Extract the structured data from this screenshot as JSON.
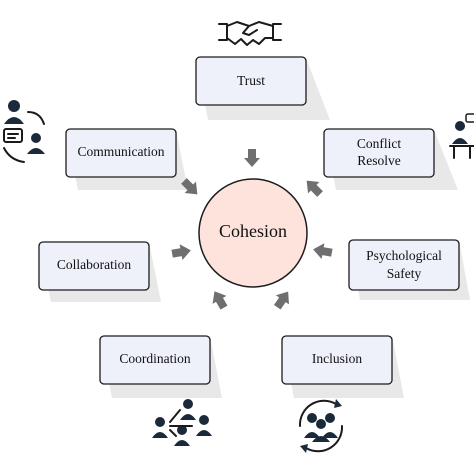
{
  "diagram": {
    "center": {
      "label": "Cohesion",
      "color": "#fde3dc"
    },
    "factors": [
      {
        "id": "trust",
        "lines": [
          "Trust"
        ]
      },
      {
        "id": "conflict-resolve",
        "lines": [
          "Conflict",
          "Resolve"
        ]
      },
      {
        "id": "psychological-safety",
        "lines": [
          "Psychological",
          "Safety"
        ]
      },
      {
        "id": "inclusion",
        "lines": [
          "Inclusion"
        ]
      },
      {
        "id": "coordination",
        "lines": [
          "Coordination"
        ]
      },
      {
        "id": "collaboration",
        "lines": [
          "Collaboration"
        ]
      },
      {
        "id": "communication",
        "lines": [
          "Communication"
        ]
      }
    ],
    "box_color": "#eef0fa",
    "arrow_color": "#6f6f6f",
    "icons": [
      "handshake-icon",
      "communication-team-icon",
      "desk-conflict-icon",
      "network-people-icon",
      "team-cycle-icon"
    ]
  }
}
